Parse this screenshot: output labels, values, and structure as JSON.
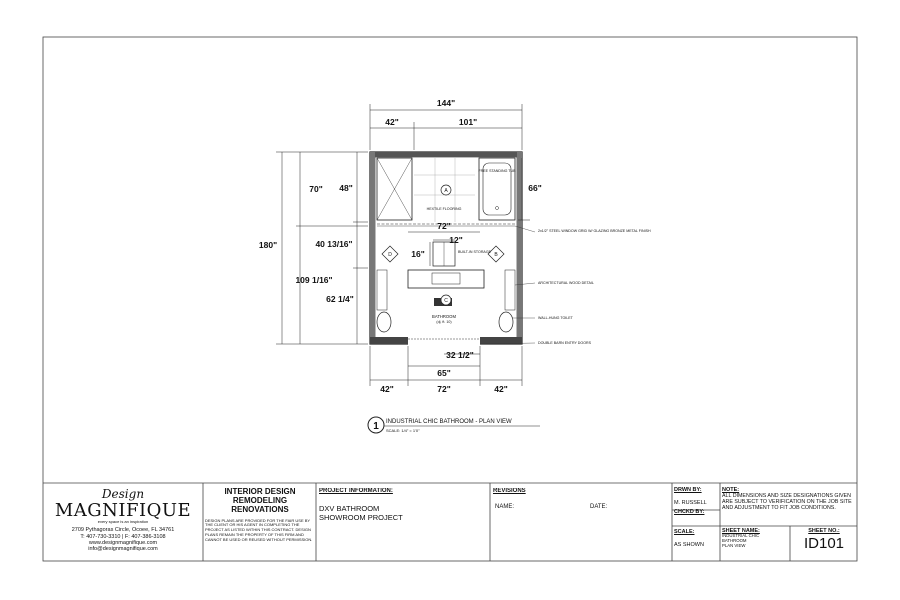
{
  "plan": {
    "dimensions": {
      "overall_width": "144\"",
      "top_left": "42\"",
      "top_right": "101\"",
      "overall_depth": "180\"",
      "left_70": "70\"",
      "left_109": "109 1/16\"",
      "inner_48": "48\"",
      "inner_40": "40 13/16\"",
      "inner_62": "62 1/4\"",
      "tub_66": "66\"",
      "mid_72": "72\"",
      "mid_12": "12\"",
      "mid_16": "16\"",
      "bottom_32": "32 1/2\"",
      "bottom_65": "65\"",
      "bottom_left_42": "42\"",
      "bottom_mid_72": "72\"",
      "bottom_right_42": "42\""
    },
    "labels": {
      "free_standing_tub": "FREE STANDING TUB",
      "flooring": "HEXTILE FLOORING",
      "storage": "BUILT-IN STORAGE",
      "room_name": "BATHROOM",
      "room_area": "(dj. ft. 10)",
      "steel_window": "2x1/2\" STEEL WINDOW GRID W/ GLAZING BRONZE METAL FINISH",
      "wood_detail": "ARCHITECTURAL WOOD DETAIL",
      "toilet": "WALL-HUNG TOILET",
      "doors": "DOUBLE BARN ENTRY DOORS"
    },
    "markers": {
      "a": "A",
      "b": "B",
      "c": "C",
      "d": "D"
    },
    "caption": {
      "number": "1",
      "title": "INDUSTRIAL CHIC BATHROOM - PLAN VIEW",
      "scale": "SCALE: 1/4\" = 1'0\""
    }
  },
  "title_block": {
    "logo_top": "Design",
    "logo_main": "MAGNIFIQUE",
    "logo_tagline": "every space is an inspiration",
    "address": "2709 Pythagoras Circle, Ocoee, FL 34761",
    "phone": "T: 407-730-3310 | F: 407-386-3108",
    "website": "www.designmagnifique.com",
    "email": "info@designmagnifique.com",
    "services_line1": "INTERIOR DESIGN",
    "services_line2": "REMODELING",
    "services_line3": "RENOVATIONS",
    "disclaimer": "DESIGN PLANS ARE PROVIDED FOR THE FAIR USE BY THE CLIENT OR HIS AGENT IN COMPLETING THE PROJECT AS LISTED WITHIN THIS CONTRACT. DESIGN PLANS REMAIN THE PROPERTY OF THIS FIRM AND CANNOT BE USED OR REUSED WITHOUT PERMISSION.",
    "project_info_label": "PROJECT INFORMATION:",
    "project_line1": "DXV BATHROOM",
    "project_line2": "SHOWROOM PROJECT",
    "revisions_label": "REVISIONS",
    "name_label": "NAME:",
    "date_label": "DATE:",
    "drawn_by_label": "DRWN BY:",
    "drawn_by": "M. RUSSELL",
    "checked_by_label": "CHCKD BY:",
    "scale_label": "SCALE:",
    "scale_value": "AS SHOWN",
    "note_label": "NOTE:",
    "note_text": "ALL DIMENSIONS AND SIZE DESIGNATIONS GIVEN ARE SUBJECT TO VERIFICATION ON THE JOB SITE AND ADJUSTMENT TO FIT JOB CONDITIONS.",
    "sheet_name_label": "SHEET NAME:",
    "sheet_name_line1": "INDUSTRIAL CHIC",
    "sheet_name_line2": "BATHROOM",
    "sheet_name_line3": "PLAN VIEW",
    "sheet_no_label": "SHEET NO.:",
    "sheet_no": "ID101"
  }
}
